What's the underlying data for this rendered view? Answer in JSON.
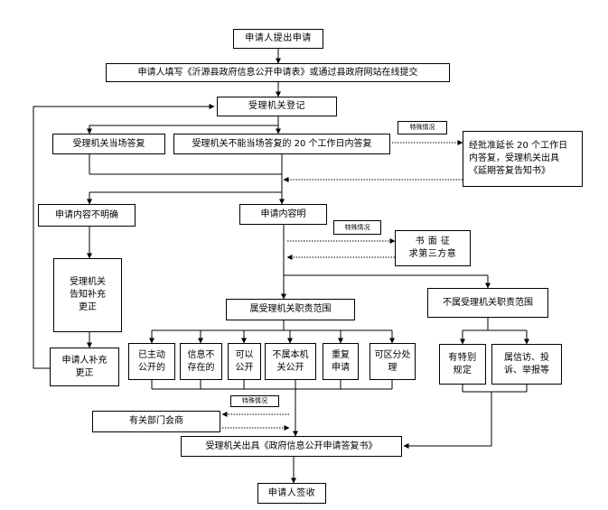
{
  "nodes": {
    "apply": "申请人提出申请",
    "fill_form": "申请人填写《沂源县政府信息公开申请表》或通过县政府网站在线提交",
    "register": "受理机关登记",
    "answer_on_spot": "受理机关当场答复",
    "answer_20_days": "受理机关不能当场答复的 20 个工作日内答复",
    "extend_20_days": "经批准延长 20 个工作日\n内答复，受理机关出具\n《延期答复告知书》",
    "content_unclear": "申请内容不明确",
    "content_clear": "申请内容明",
    "notify_correction": "受理机关\n告知补充\n更正",
    "written_third_party": "书 面 征\n求第三方意",
    "in_scope": "属受理机关职责范围",
    "out_of_scope": "不属受理机关职责范围",
    "applicant_correction": "申请人补充\n更正",
    "proactively_disclosed": "已主动\n公开的",
    "info_not_exist": "信息不\n存在的",
    "can_disclose": "可以\n公开",
    "not_disclosable": "不属本机\n关公开",
    "repeat_request": "重复\n申请",
    "partial_disclose": "可区分处\n理",
    "special_rules": "有特别\n规定",
    "petition_report": "属信访、投\n诉、举报等",
    "dept_consult": "有关部门会商",
    "issue_reply": "受理机关出具《政府信息公开申请答复书》",
    "applicant_sign": "申请人签收"
  },
  "labels": {
    "special_case_1": "特殊情况",
    "special_case_2": "特殊情况",
    "special_case_3": "特殊情况"
  },
  "colors": {
    "line": "#000000",
    "background": "#ffffff"
  }
}
